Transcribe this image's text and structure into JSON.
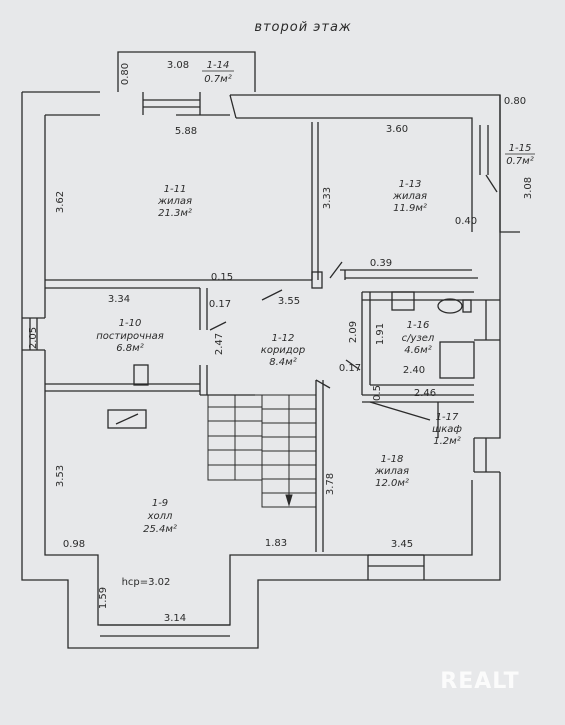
{
  "title": "второй этаж",
  "rooms": [
    {
      "id": "1-14",
      "type": "",
      "area": "0.7м²"
    },
    {
      "id": "1-15",
      "type": "",
      "area": "0.7м²"
    },
    {
      "id": "1-11",
      "type": "жилая",
      "area": "21.3м²"
    },
    {
      "id": "1-13",
      "type": "жилая",
      "area": "11.9м²"
    },
    {
      "id": "1-10",
      "type": "постирочная",
      "area": "6.8м²"
    },
    {
      "id": "1-12",
      "type": "коридор",
      "area": "8.4м²"
    },
    {
      "id": "1-16",
      "type": "с/узел",
      "area": "4.6м²"
    },
    {
      "id": "1-17",
      "type": "шкаф",
      "area": "1.2м²"
    },
    {
      "id": "1-18",
      "type": "жилая",
      "area": "12.0м²"
    },
    {
      "id": "1-9",
      "type": "холл",
      "area": "25.4м²"
    }
  ],
  "dimensions": [
    "0.80",
    "3.08",
    "0.80",
    "5.88",
    "3.60",
    "3.08",
    "3.62",
    "3.33",
    "0.40",
    "0.39",
    "0.15",
    "3.34",
    "0.17",
    "3.55",
    "2.05",
    "2.47",
    "2.09",
    "1.91",
    "0.17",
    "2.40",
    "0.5",
    "2.46",
    "3.53",
    "3.78",
    "0.98",
    "1.83",
    "3.45",
    "1.59",
    "3.14"
  ],
  "ceiling_height": "hср=3.02",
  "watermark": "REALT"
}
